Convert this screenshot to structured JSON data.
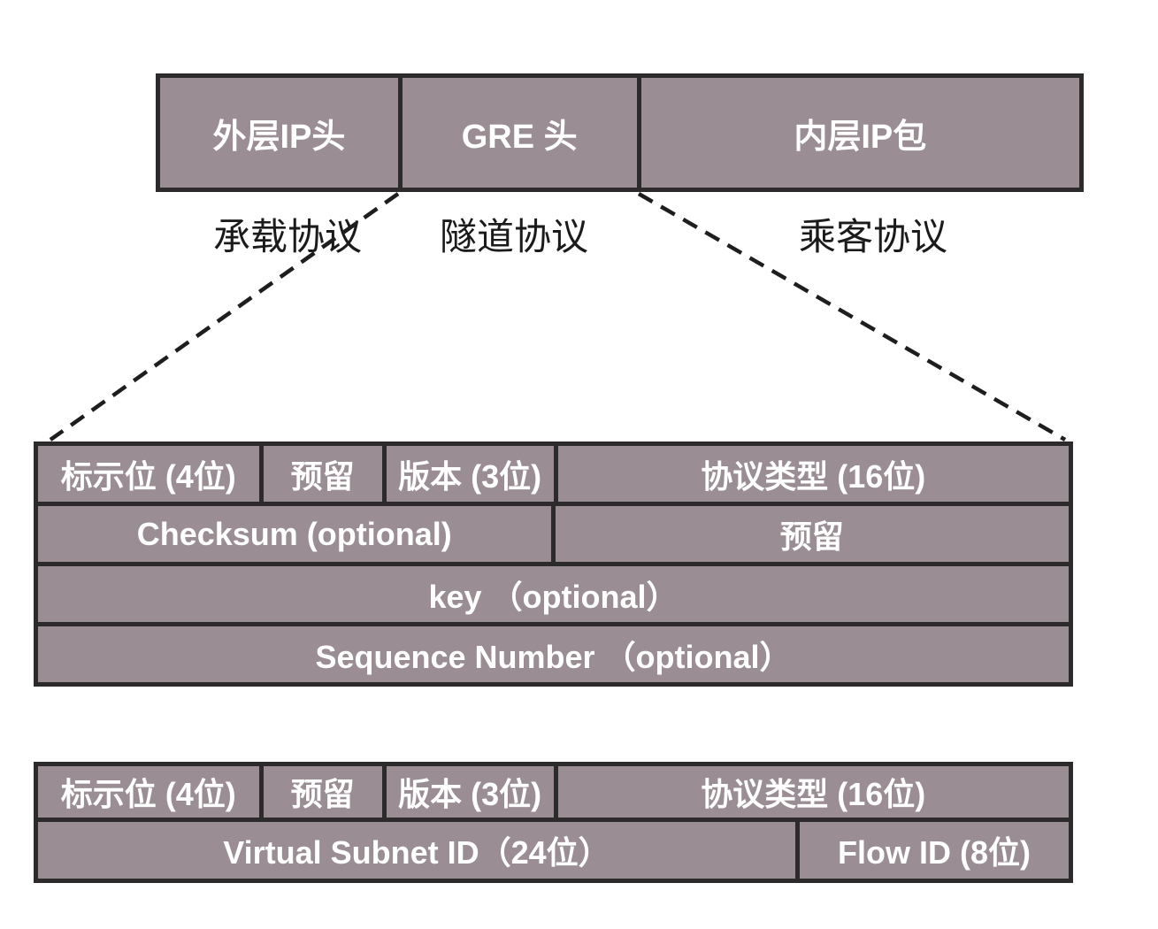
{
  "colors": {
    "box_fill": "#9a8d94",
    "box_border": "#2d2a2c",
    "box_text": "#ffffff",
    "label_text": "#1b1b1b",
    "dashed_line": "#1e1e1e",
    "background": "#ffffff"
  },
  "top_bar": {
    "cells": [
      {
        "label": "外层IP头"
      },
      {
        "label": "GRE 头"
      },
      {
        "label": "内层IP包"
      }
    ]
  },
  "protocol_labels": [
    {
      "label": "承载协议"
    },
    {
      "label": "隧道协议"
    },
    {
      "label": "乘客协议"
    }
  ],
  "gre": {
    "rows": [
      {
        "cells": [
          {
            "label": "标示位 (4位)"
          },
          {
            "label": "预留"
          },
          {
            "label": "版本 (3位)"
          },
          {
            "label": "协议类型 (16位)"
          }
        ]
      },
      {
        "cells": [
          {
            "label": "Checksum (optional)"
          },
          {
            "label": "预留"
          }
        ]
      },
      {
        "cells": [
          {
            "label": "key （optional）"
          }
        ]
      },
      {
        "cells": [
          {
            "label": "Sequence Number （optional）"
          }
        ]
      }
    ]
  },
  "nvgre": {
    "rows": [
      {
        "cells": [
          {
            "label": "标示位 (4位)"
          },
          {
            "label": "预留"
          },
          {
            "label": "版本 (3位)"
          },
          {
            "label": "协议类型 (16位)"
          }
        ]
      },
      {
        "cells": [
          {
            "label": "Virtual Subnet ID（24位）"
          },
          {
            "label": "Flow ID (8位)"
          }
        ]
      }
    ]
  }
}
